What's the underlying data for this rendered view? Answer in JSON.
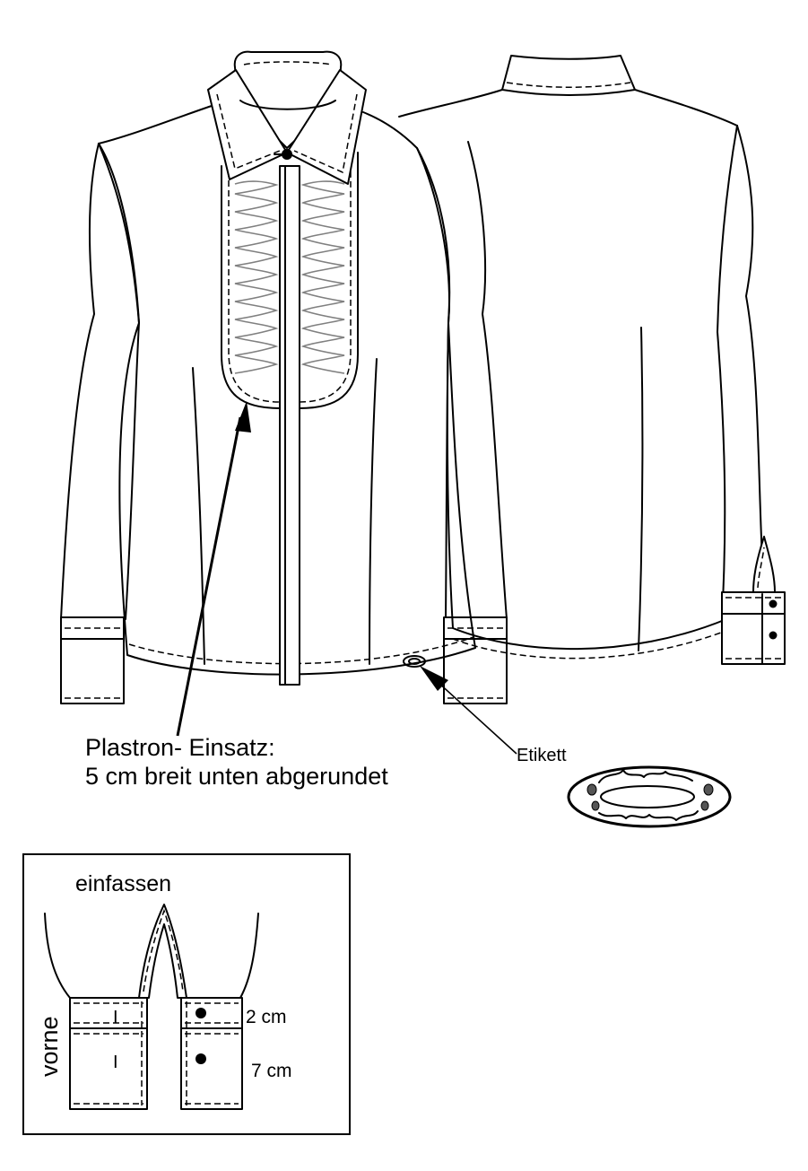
{
  "labels": {
    "plastron_line1": "Plastron- Einsatz:",
    "plastron_line2": "5 cm breit unten abgerundet",
    "etikett": "Etikett",
    "einfassen": "einfassen",
    "vorne": "vorne",
    "cuff_top": "2 cm",
    "cuff_bottom": "7 cm"
  },
  "colors": {
    "line": "#000000",
    "ruffle": "#808080",
    "background": "#ffffff"
  }
}
